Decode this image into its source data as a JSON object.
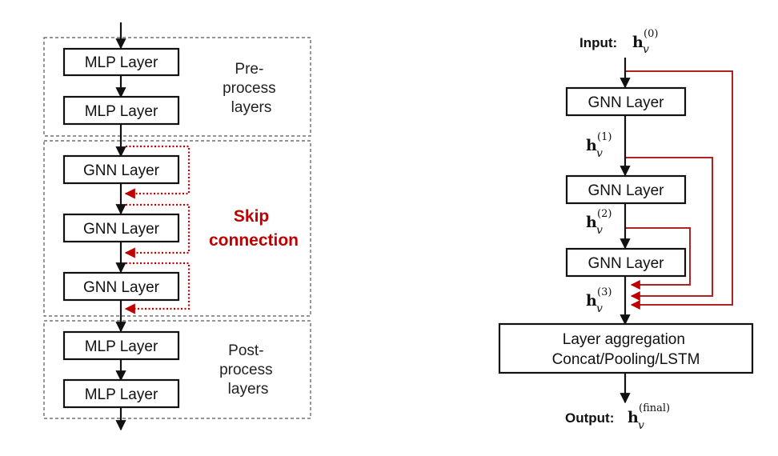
{
  "left": {
    "pre_layers": [
      "MLP Layer",
      "MLP Layer"
    ],
    "pre_label": [
      "Pre-",
      "process",
      "layers"
    ],
    "gnn_layers": [
      "GNN Layer",
      "GNN Layer",
      "GNN Layer"
    ],
    "skip_label": [
      "Skip",
      "connection"
    ],
    "post_layers": [
      "MLP Layer",
      "MLP Layer"
    ],
    "post_label": [
      "Post-",
      "process",
      "layers"
    ]
  },
  "right": {
    "input_prefix": "Input:",
    "h_symbol": "h",
    "v_sub": "v",
    "input_sup": "(0)",
    "gnn_layers": [
      "GNN Layer",
      "GNN Layer",
      "GNN Layer"
    ],
    "hidden_sups": [
      "(1)",
      "(2)",
      "(3)"
    ],
    "aggregation": [
      "Layer aggregation",
      "Concat/Pooling/LSTM"
    ],
    "output_prefix": "Output:",
    "output_sup": "(final)"
  },
  "colors": {
    "skip_dotted": "#c00000",
    "skip_solid": "#b22222",
    "skip_text": "#c00000"
  },
  "icons": [
    "arrow-down-icon",
    "arrow-left-icon"
  ]
}
